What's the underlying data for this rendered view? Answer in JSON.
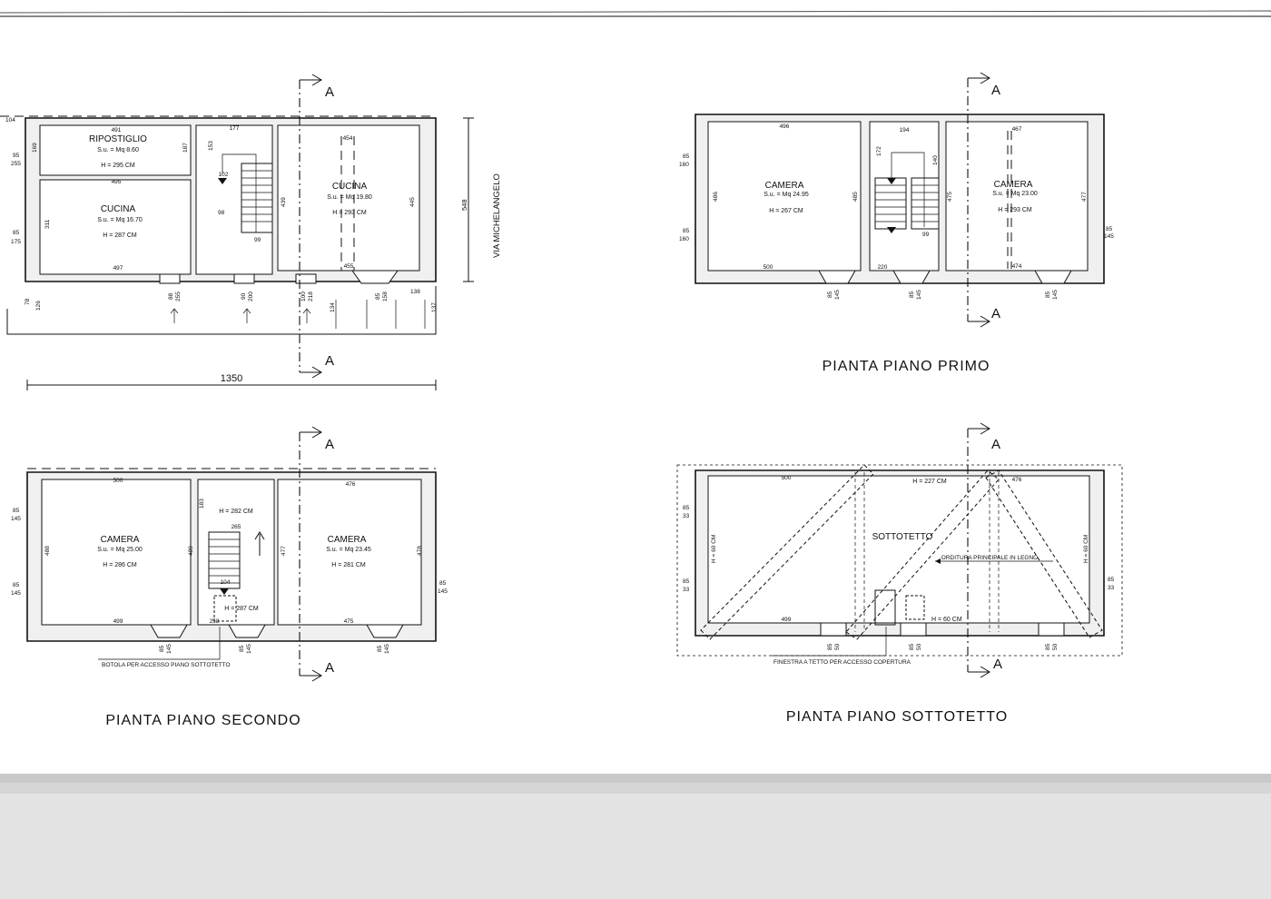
{
  "ground": {
    "rooms": [
      {
        "name": "RIPOSTIGLIO",
        "area": "S.u. = Mq 8.60",
        "height": "H = 295 CM"
      },
      {
        "name": "CUCINA",
        "area": "S.u. = Mq 16.70",
        "height": "H = 287 CM"
      },
      {
        "name": "CUCINA",
        "area": "S.u. = Mq 19.80",
        "height": "H = 293 CM"
      }
    ],
    "dims": {
      "d104": "104",
      "d491": "491",
      "d177": "177",
      "d454": "454",
      "d495": "495",
      "d187": "187",
      "d153": "153",
      "d102": "102",
      "d169": "169",
      "d95": "95",
      "d255": "255",
      "d311": "311",
      "d98": "98",
      "d439": "439",
      "d445": "445",
      "d99": "99",
      "d85": "85",
      "d175": "175",
      "d497": "497",
      "d455": "455",
      "d88": "88",
      "d255b": "255",
      "d90": "90",
      "d200": "200",
      "d100": "100",
      "d218": "218",
      "d85b": "85",
      "d158": "158",
      "d138": "138",
      "d78": "78",
      "d126": "126",
      "d134": "134",
      "d137": "137",
      "d548": "548",
      "d1350": "1350"
    },
    "street": "VIA MICHELANGELO"
  },
  "first": {
    "title": "PIANTA PIANO PRIMO",
    "rooms": [
      {
        "name": "CAMERA",
        "area": "S.u. = Mq 24.95",
        "height": "H = 267 CM"
      },
      {
        "name": "CAMERA",
        "area": "S.u. = Mq 23.00",
        "height": "H = 293 CM"
      }
    ],
    "dims": {
      "d496": "496",
      "d194": "194",
      "d467": "467",
      "d172": "172",
      "d140": "140",
      "d85": "85",
      "d160": "160",
      "d486": "486",
      "d485": "485",
      "d475": "475",
      "d477": "477",
      "d85b": "85",
      "d160b": "160",
      "d99": "99",
      "d85c": "85",
      "d145": "145",
      "d500": "500",
      "d220": "220",
      "d474": "474",
      "d85d": "85",
      "d145b": "145",
      "d85e": "85",
      "d145c": "145",
      "d85f": "85",
      "d145d": "145"
    }
  },
  "second": {
    "title": "PIANTA PIANO SECONDO",
    "rooms": [
      {
        "name": "CAMERA",
        "area": "S.u. = Mq 25.00",
        "height": "H = 286 CM"
      },
      {
        "name": "CAMERA",
        "area": "S.u. = Mq 23.45",
        "height": "H = 281 CM"
      }
    ],
    "stair_h": "H = 282 CM",
    "landing_h": "H = 287 CM",
    "note": "BOTOLA PER ACCESSO PIANO SOTTOTETTO",
    "dims": {
      "d500": "500",
      "d476": "476",
      "d183": "183",
      "d265": "265",
      "d85": "85",
      "d145": "145",
      "d488": "488",
      "d489": "489",
      "d477": "477",
      "d478": "478",
      "d85b": "85",
      "d145b": "145",
      "d104": "104",
      "d85c": "85",
      "d145c": "145",
      "d499": "499",
      "d258": "258",
      "d475": "475",
      "d85d": "85",
      "d145d": "145",
      "d85e": "85",
      "d145e": "145",
      "d85f": "85",
      "d145f": "145"
    }
  },
  "attic": {
    "title": "PIANTA PIANO SOTTOTETTO",
    "room": "SOTTOTETTO",
    "h227": "H = 227 CM",
    "beam": "ORDITURA PRINCIPALE IN LEGNO",
    "h60a": "H = 60 CM",
    "h60b": "H = 60 CM",
    "h60c": "H = 60 CM",
    "note": "FINESTRA A TETTO PER ACCESSO COPERTURA",
    "dims": {
      "d500": "500",
      "d476": "476",
      "d85": "85",
      "d33": "33",
      "d85b": "85",
      "d33b": "33",
      "d85c": "85",
      "d33c": "33",
      "d499": "499",
      "d85d": "85",
      "d50": "50",
      "d85e": "85",
      "d50b": "50",
      "d85f": "85",
      "d50c": "50"
    }
  },
  "section_mark": "A"
}
